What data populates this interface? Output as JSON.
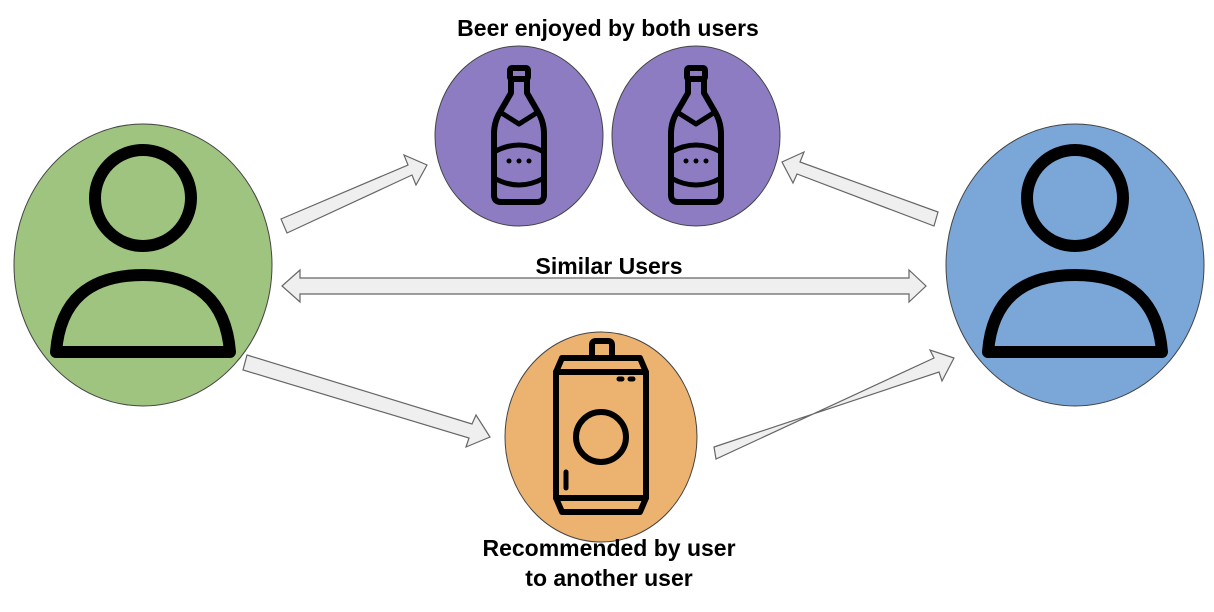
{
  "labels": {
    "top": "Beer enjoyed by both users",
    "middle": "Similar Users",
    "bottom_line1": "Recommended by user",
    "bottom_line2": "to another user"
  },
  "nodes": {
    "user_left": {
      "icon": "person-icon",
      "color": "#9fc47f"
    },
    "beer_bottle_1": {
      "icon": "beer-bottle-icon",
      "color": "#8e7cc3"
    },
    "beer_bottle_2": {
      "icon": "beer-bottle-icon",
      "color": "#8e7cc3"
    },
    "user_right": {
      "icon": "person-icon",
      "color": "#7aa6d8"
    },
    "beer_can": {
      "icon": "beer-can-icon",
      "color": "#ecb270"
    }
  },
  "colors": {
    "arrow_fill": "#efefef",
    "arrow_stroke": "#666666"
  }
}
